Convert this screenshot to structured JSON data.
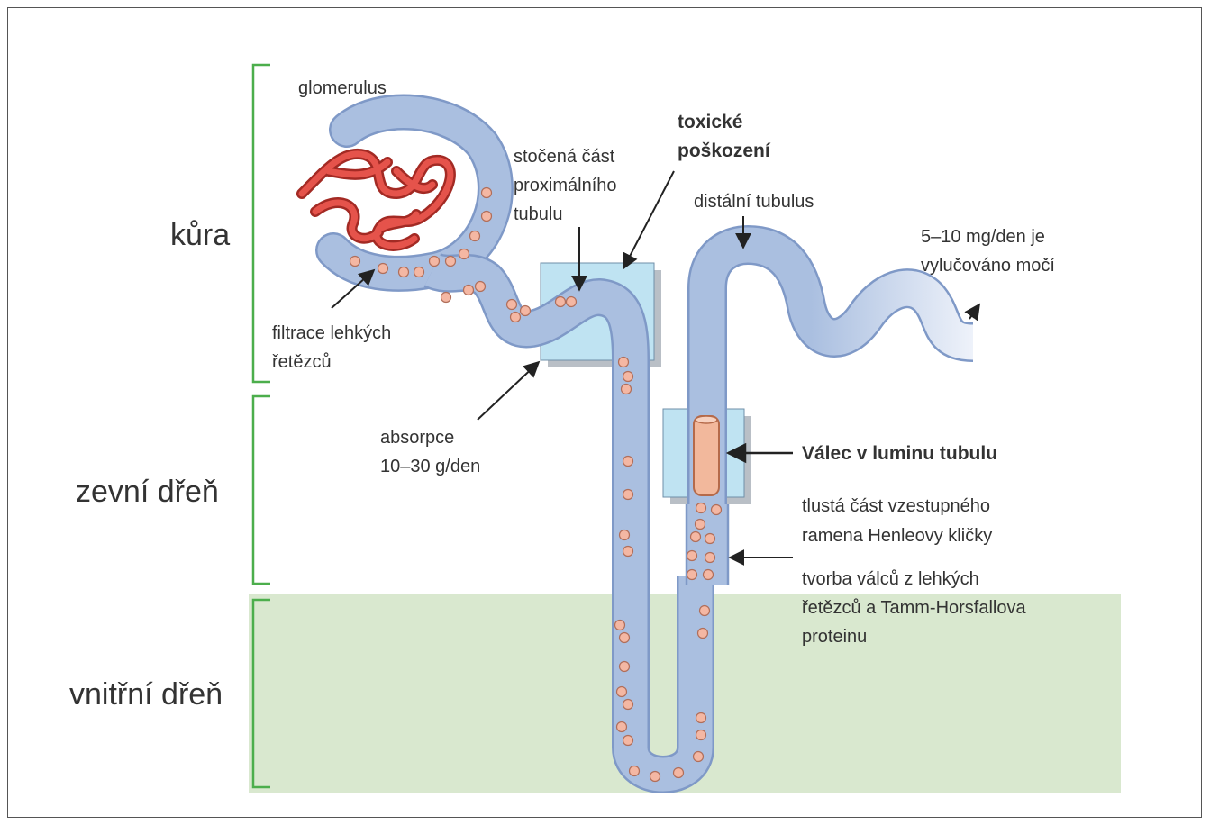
{
  "zones": {
    "cortex": "kůra",
    "outer_medulla": "zevní dřeň",
    "inner_medulla": "vnitřní dřeň"
  },
  "labels": {
    "glomerulus": "glomerulus",
    "filtration": [
      "filtrace lehkých",
      "řetězců"
    ],
    "proximal": [
      "stočená část",
      "proximálního",
      "tubulu"
    ],
    "toxic": [
      "toxické",
      "poškození"
    ],
    "distal": "distální tubulus",
    "excretion": [
      "5–10 mg/den je",
      "vylučováno močí"
    ],
    "absorption": [
      "absorpce",
      "10–30 g/den"
    ],
    "cast": "Válec v luminu tubulu",
    "thick_limb": [
      "tlustá část vzestupného",
      "ramena Henleovy kličky"
    ],
    "cast_formation": [
      "tvorba válců z lehkých",
      "řetězců a Tamm-Horsfallova",
      "proteinu"
    ]
  },
  "colors": {
    "tubule": "#aabfe0",
    "tubule_outline": "#7f99c7",
    "particle": "#f4b7a3",
    "glomerulus_vessel": "#e5534b",
    "highlight_box": "#bfe3f2",
    "inner_medulla_band": "#d9e8cf",
    "bracket": "#4cae4c",
    "cast": "#f2b89c"
  }
}
